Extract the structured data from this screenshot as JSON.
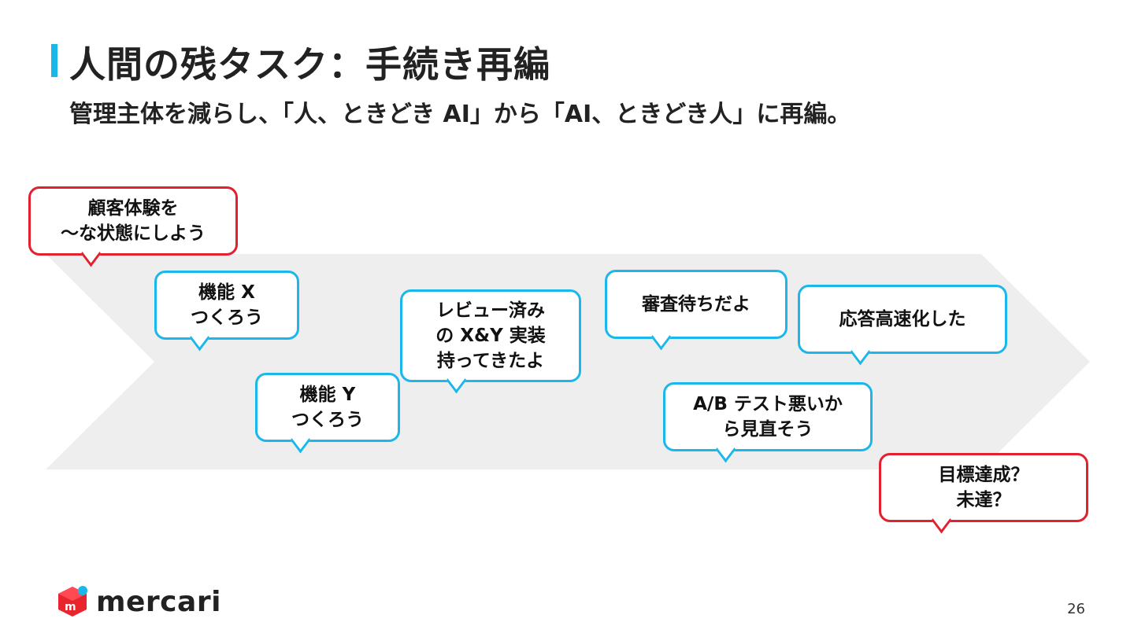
{
  "slide": {
    "title": "人間の残タスク：手続き再編",
    "subtitle": "管理主体を減らし、「人、ときどき AI」から「AI、ときどき人」に再編。",
    "page_number": "26"
  },
  "bubbles": {
    "customer": "顧客体験を\n〜な状態にしよう",
    "feature_x": "機能 X\nつくろう",
    "feature_y": "機能 Y\nつくろう",
    "review": "レビュー済み\nの X&Y 実装\n持ってきたよ",
    "waiting": "審査待ちだよ",
    "speedup": "応答高速化した",
    "ab_test": "A/B テスト悪いか\nら見直そう",
    "goal": "目標達成？\n未達？"
  },
  "logo": {
    "text": "mercari",
    "icon": "mercari-box-icon"
  },
  "colors": {
    "accent": "#1bb7ea",
    "red": "#e2202e",
    "arrow_fill": "#eeeeee",
    "text": "#222222"
  }
}
